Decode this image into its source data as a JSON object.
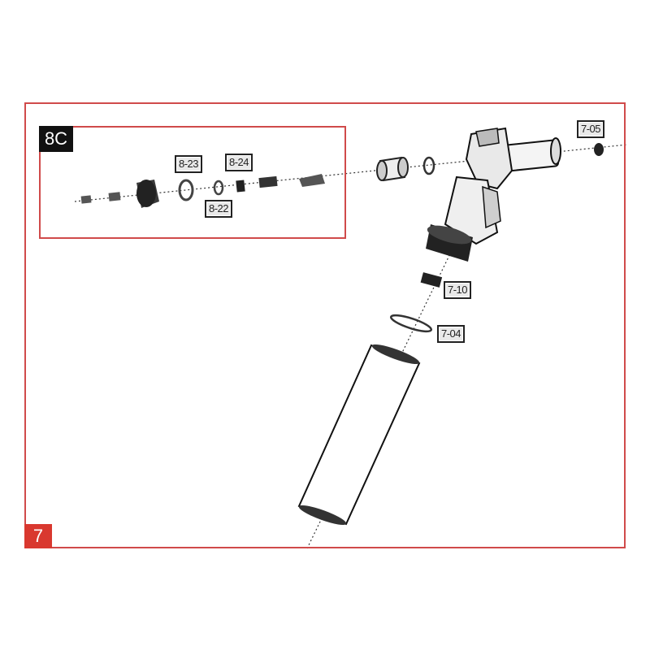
{
  "section_label": "7",
  "inset_label": "8C",
  "part_labels": {
    "p_7_05": "7-05",
    "p_7_10": "7-10",
    "p_7_04": "7-04",
    "p_8_23": "8-23",
    "p_8_24": "8-24",
    "p_8_22": "8-22"
  },
  "colors": {
    "frame": "#d04a4a",
    "section_badge": "#d9382f",
    "inset_badge": "#111111"
  }
}
